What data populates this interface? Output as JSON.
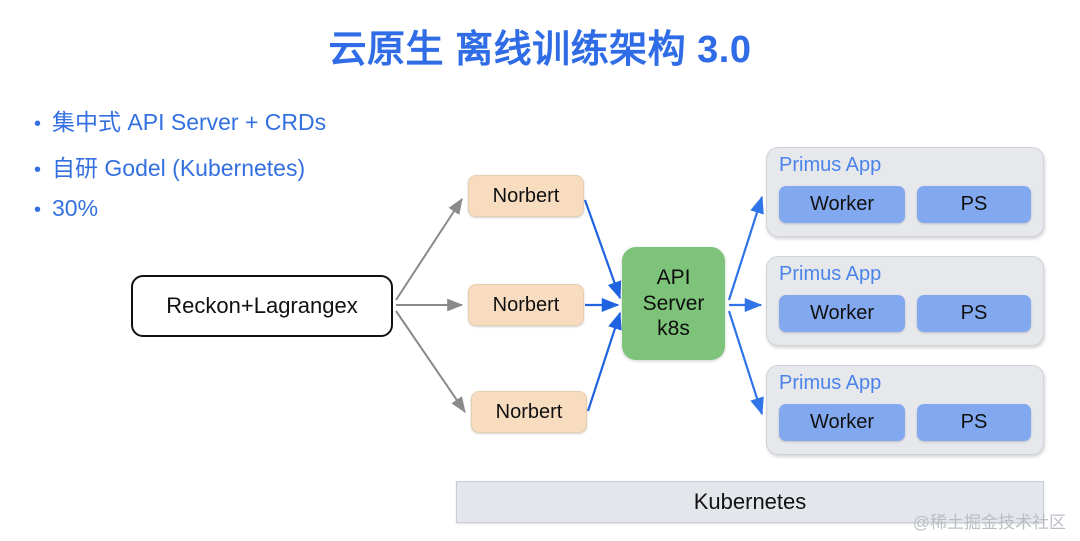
{
  "slide": {
    "title": "云原生 离线训练架构 3.0",
    "title_color": "#2f6ce5",
    "bullet_color": "#3470e0",
    "bullet_glyph": "•",
    "bullets": [
      {
        "text": "集中式 API Server + CRDs"
      },
      {
        "text": "自研 Godel (Kubernetes)"
      },
      {
        "text": "30%"
      }
    ],
    "watermark": "@稀土掘金技术社区"
  },
  "diagram": {
    "source": {
      "label": "Reckon+Lagrangex",
      "fill": "#ffffff",
      "border": "#111111"
    },
    "controllers": [
      {
        "label": "Norbert",
        "fill": "#f8dcc0"
      },
      {
        "label": "Norbert",
        "fill": "#f8dcc0"
      },
      {
        "label": "Norbert",
        "fill": "#f8dcc0"
      }
    ],
    "api_server": {
      "line1": "API",
      "line2": "Server",
      "line3": "k8s",
      "fill": "#7dc37a"
    },
    "apps": [
      {
        "label": "Primus App",
        "label_color": "#4a83ea",
        "panel_fill": "#e6e8ec",
        "pods": [
          {
            "label": "Worker",
            "fill": "#82a9ef"
          },
          {
            "label": "PS",
            "fill": "#82a9ef"
          }
        ]
      },
      {
        "label": "Primus App",
        "label_color": "#4a83ea",
        "panel_fill": "#e6e8ec",
        "pods": [
          {
            "label": "Worker",
            "fill": "#82a9ef"
          },
          {
            "label": "PS",
            "fill": "#82a9ef"
          }
        ]
      },
      {
        "label": "Primus App",
        "label_color": "#4a83ea",
        "panel_fill": "#e6e8ec",
        "pods": [
          {
            "label": "Worker",
            "fill": "#82a9ef"
          },
          {
            "label": "PS",
            "fill": "#82a9ef"
          }
        ]
      }
    ],
    "platform": {
      "label": "Kubernetes",
      "fill": "#e3e6ea"
    },
    "arrow_colors": {
      "source_to_controller": "#8a8a8a",
      "controller_to_api": "#1f63e0",
      "api_to_app": "#2f74e8"
    }
  }
}
